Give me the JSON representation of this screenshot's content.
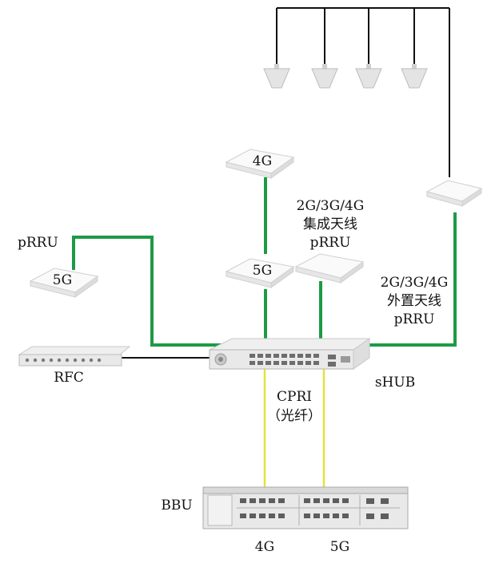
{
  "colors": {
    "fiber": "#1e9a45",
    "cpri": "#e6e23a",
    "coax": "#111111",
    "device_fill": "#fafafa",
    "device_stroke": "#cfcfcf",
    "rack_fill": "#e9e9e9"
  },
  "labels": {
    "prru_left": "pRRU",
    "prru_left_band": "5G",
    "prru_top_band": "4G",
    "prru_mid_band": "5G",
    "prru_integrated_l1": "2G/3G/4G",
    "prru_integrated_l2": "集成天线",
    "prru_integrated_l3": "pRRU",
    "prru_external_l1": "2G/3G/4G",
    "prru_external_l2": "外置天线",
    "prru_external_l3": "pRRU",
    "rfc": "RFC",
    "shub": "sHUB",
    "cpri_l1": "CPRI",
    "cpri_l2": "（光纤）",
    "bbu": "BBU",
    "bbu_port_4g": "4G",
    "bbu_port_5g": "5G"
  },
  "icons": {
    "ceiling_antenna": "ceiling-antenna-icon",
    "prru": "prru-device-icon",
    "rack": "rack-unit-icon"
  }
}
